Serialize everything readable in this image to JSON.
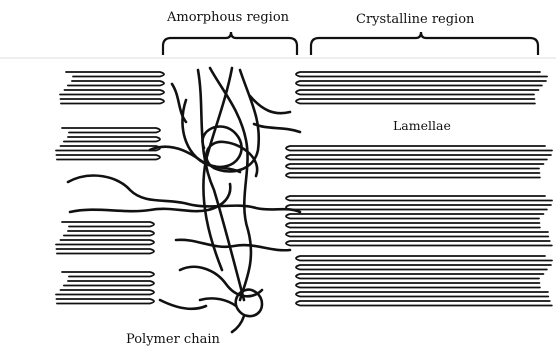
{
  "labels": {
    "amorphous": "Amorphous region",
    "crystalline": "Crystalline region",
    "lamellae": "Lamellae",
    "polymer_chain": "Polymer chain"
  },
  "colors": {
    "ink": "#111111",
    "background": "#ffffff"
  }
}
